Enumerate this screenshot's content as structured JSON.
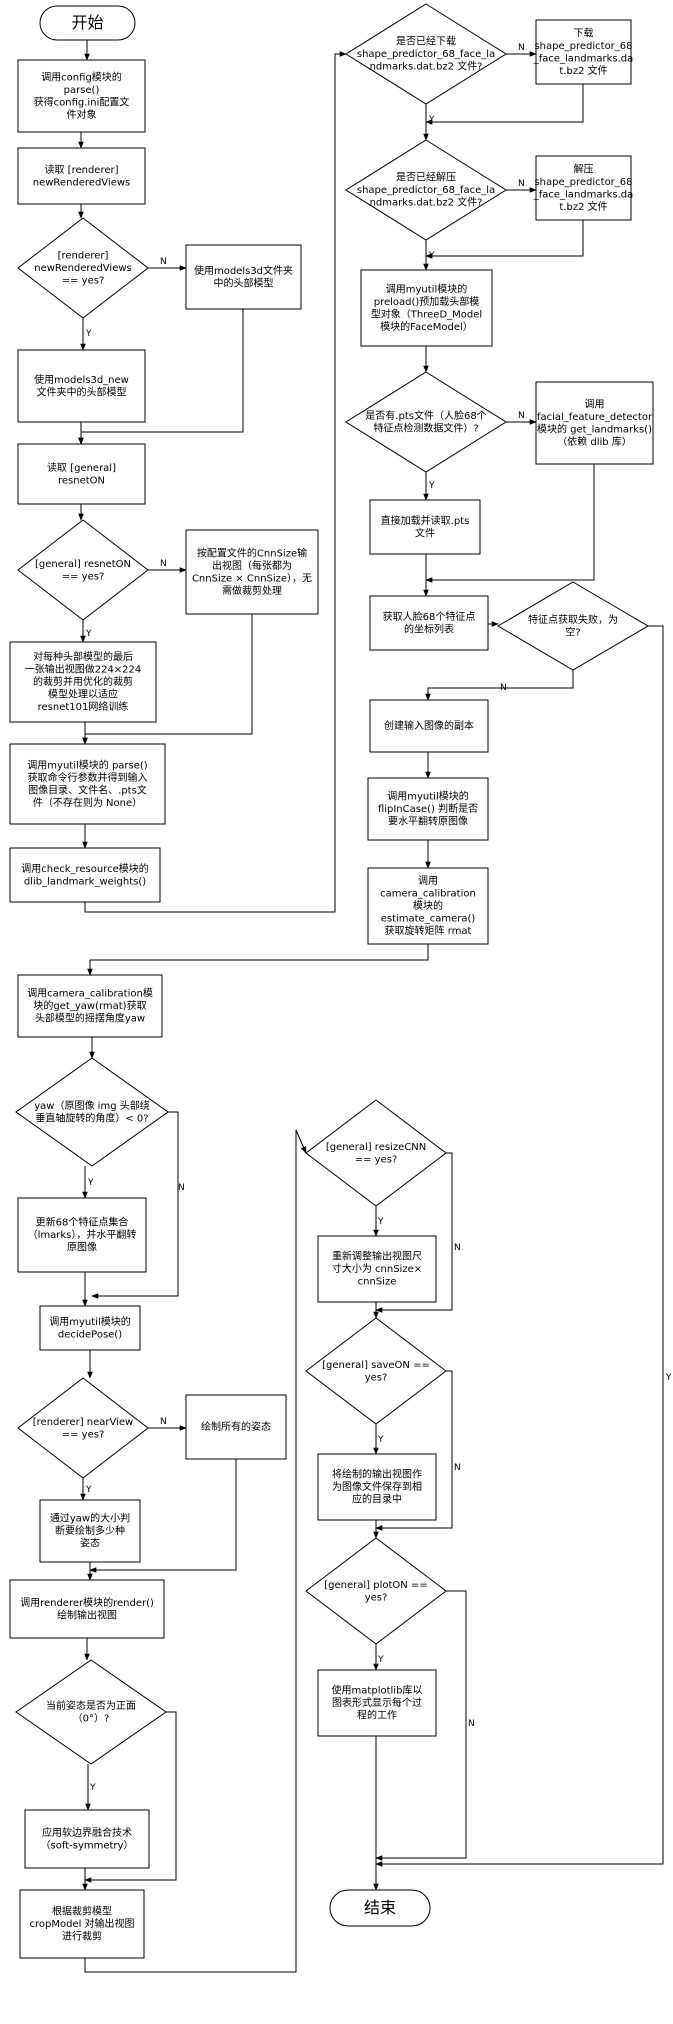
{
  "nodes": {
    "start": {
      "lines": [
        "开始"
      ]
    },
    "c1": {
      "lines": [
        "调用config模块的",
        "parse()",
        "获得config.ini配置文",
        "件对象"
      ]
    },
    "c2": {
      "lines": [
        "读取 [renderer]",
        "newRenderedViews"
      ]
    },
    "c3": {
      "lines": [
        "[renderer]",
        "newRenderedViews",
        "== yes?"
      ]
    },
    "c3b": {
      "lines": [
        "使用models3d文件夹",
        "中的头部模型"
      ]
    },
    "c4": {
      "lines": [
        "使用models3d_new",
        "文件夹中的头部模型"
      ]
    },
    "c5": {
      "lines": [
        "读取 [general]",
        "resnetON"
      ]
    },
    "c6": {
      "lines": [
        "[general] resnetON",
        "== yes?"
      ]
    },
    "c6b": {
      "lines": [
        "按配置文件的CnnSize输",
        "出视图（每张都为",
        "CnnSize × CnnSize），无",
        "需做裁剪处理"
      ]
    },
    "c7": {
      "lines": [
        "对每种头部模型的最后",
        "一张输出视图做224×224",
        "的裁剪并用优化的裁剪",
        "模型处理以适应",
        "resnet101网络训练"
      ]
    },
    "c8": {
      "lines": [
        "调用myutil模块的 parse()",
        "获取命令行参数并得到输入",
        "图像目录、文件名、.pts文",
        "件（不存在则为 None）"
      ]
    },
    "c9": {
      "lines": [
        "调用check_resource模块的",
        "dlib_landmark_weights()"
      ]
    },
    "m1": {
      "lines": [
        "是否已经下载",
        "shape_predictor_68_face_la",
        "ndmarks.dat.bz2 文件?"
      ]
    },
    "m1b": {
      "lines": [
        "下载",
        "shape_predictor_68",
        "_face_landmarks.da",
        "t.bz2 文件"
      ]
    },
    "m2": {
      "lines": [
        "是否已经解压",
        "shape_predictor_68_face_la",
        "ndmarks.dat.bz2 文件?"
      ]
    },
    "m2b": {
      "lines": [
        "解压",
        "shape_predictor_68",
        "_face_landmarks.da",
        "t.bz2 文件"
      ]
    },
    "m3": {
      "lines": [
        "调用myutil模块的",
        "preload()预加载头部模",
        "型对象（ThreeD_Model",
        "模块的FaceModel）"
      ]
    },
    "m4": {
      "lines": [
        "是否有.pts文件（人脸68个",
        "特征点检测数据文件）?"
      ]
    },
    "m4b": {
      "lines": [
        "调用",
        "facial_feature_detector",
        "模块的 get_landmarks()",
        "（依赖 dlib 库）"
      ]
    },
    "m5": {
      "lines": [
        "直接加载并读取.pts",
        "文件"
      ]
    },
    "m6": {
      "lines": [
        "获取人脸68个特征点",
        "的坐标列表"
      ]
    },
    "m6d": {
      "lines": [
        "特征点获取失败，为",
        "空?"
      ]
    },
    "m7": {
      "lines": [
        "创建输入图像的副本"
      ]
    },
    "m8": {
      "lines": [
        "调用myutil模块的",
        "flipInCase() 判断是否",
        "要水平翻转原图像"
      ]
    },
    "m9": {
      "lines": [
        "调用",
        "camera_calibration",
        "模块的",
        "estimate_camera()",
        "获取旋转矩阵 rmat"
      ]
    },
    "d1": {
      "lines": [
        "调用camera_calibration模",
        "块的get_yaw(rmat)获取",
        "头部模型的摇摆角度yaw"
      ]
    },
    "d2": {
      "lines": [
        "yaw（原图像 img 头部绕",
        "垂直轴旋转的角度）< 0?"
      ]
    },
    "d3": {
      "lines": [
        "更新68个特征点集合",
        "（lmarks），并水平翻转",
        "原图像"
      ]
    },
    "d4": {
      "lines": [
        "调用myutil模块的",
        "decidePose()"
      ]
    },
    "d5": {
      "lines": [
        "[renderer] nearView",
        "== yes?"
      ]
    },
    "d5b": {
      "lines": [
        "绘制所有的姿态"
      ]
    },
    "d6": {
      "lines": [
        "通过yaw的大小判",
        "断要绘制多少种",
        "姿态"
      ]
    },
    "d7": {
      "lines": [
        "调用renderer模块的render()",
        "绘制输出视图"
      ]
    },
    "d8": {
      "lines": [
        "当前姿态是否为正面",
        "（0°）?"
      ]
    },
    "d9": {
      "lines": [
        "应用软边界融合技术",
        "（soft-symmetry）"
      ]
    },
    "d10": {
      "lines": [
        "根据裁剪模型",
        "cropModel 对输出视图",
        "进行裁剪"
      ]
    },
    "r1": {
      "lines": [
        "[general] resizeCNN",
        "== yes?"
      ]
    },
    "r2": {
      "lines": [
        "重新调整输出视图尺",
        "寸大小为 cnnSize×",
        "cnnSize"
      ]
    },
    "r3": {
      "lines": [
        "[general] saveON ==",
        "yes?"
      ]
    },
    "r4": {
      "lines": [
        "将绘制的输出视图作",
        "为图像文件保存到相",
        "应的目录中"
      ]
    },
    "r5": {
      "lines": [
        "[general] plotON ==",
        "yes?"
      ]
    },
    "r6": {
      "lines": [
        "使用matplotlib库以",
        "图表形式显示每个过",
        "程的工作"
      ]
    },
    "end": {
      "lines": [
        "结束"
      ]
    }
  },
  "yn_labels": {
    "yes": "Y",
    "no": "N"
  }
}
